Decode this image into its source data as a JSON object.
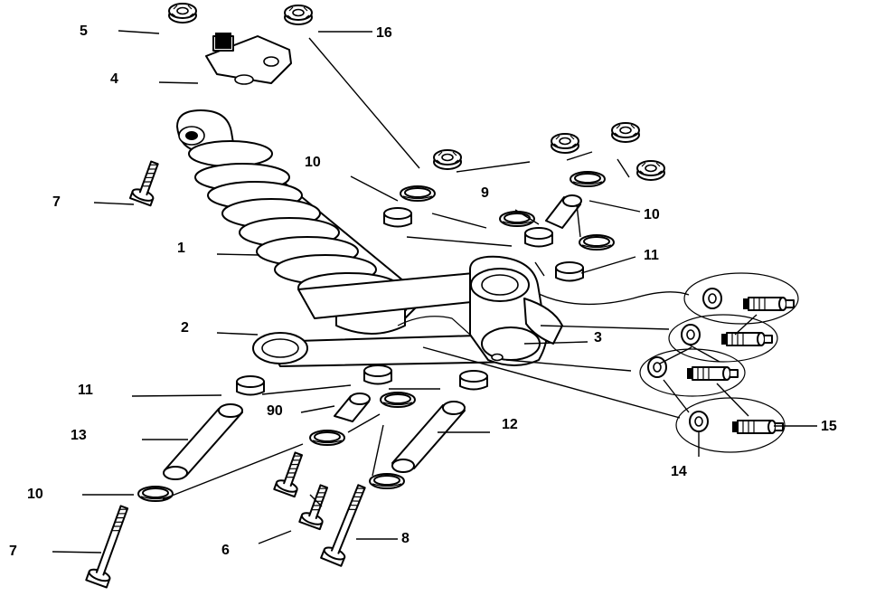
{
  "diagram": {
    "callouts": [
      {
        "id": "c5a",
        "label": "5"
      },
      {
        "id": "c16",
        "label": "16"
      },
      {
        "id": "c4",
        "label": "4"
      },
      {
        "id": "c10a",
        "label": "10"
      },
      {
        "id": "c9",
        "label": "9"
      },
      {
        "id": "c7a",
        "label": "7"
      },
      {
        "id": "c10b",
        "label": "10"
      },
      {
        "id": "c1",
        "label": "1"
      },
      {
        "id": "c11a",
        "label": "11"
      },
      {
        "id": "c2",
        "label": "2"
      },
      {
        "id": "c3",
        "label": "3"
      },
      {
        "id": "c11b",
        "label": "11"
      },
      {
        "id": "c90",
        "label": "90"
      },
      {
        "id": "c13",
        "label": "13"
      },
      {
        "id": "c12",
        "label": "12"
      },
      {
        "id": "c15",
        "label": "15"
      },
      {
        "id": "c14",
        "label": "14"
      },
      {
        "id": "c10c",
        "label": "10"
      },
      {
        "id": "c7b",
        "label": "7"
      },
      {
        "id": "c6",
        "label": "6"
      },
      {
        "id": "c8",
        "label": "8"
      }
    ]
  }
}
